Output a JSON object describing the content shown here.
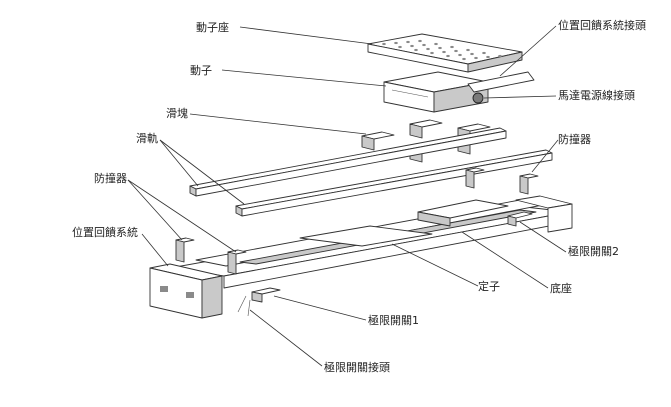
{
  "labels": {
    "mover_seat": "動子座",
    "mover": "動子",
    "slider": "滑塊",
    "rail": "滑軌",
    "bumper_left": "防撞器",
    "bumper_right": "防撞器",
    "encoder": "位置回饋系統",
    "encoder_connector": "位置回饋系統接頭",
    "motor_power_connector": "馬達電源線接頭",
    "limit_switch_2": "極限開關2",
    "stator": "定子",
    "base": "底座",
    "limit_switch_1": "極限開關1",
    "limit_switch_connector": "極限開關接頭"
  },
  "colors": {
    "line": "#333333",
    "shade": "#c9c9c9",
    "dark": "#7a7a7a"
  }
}
